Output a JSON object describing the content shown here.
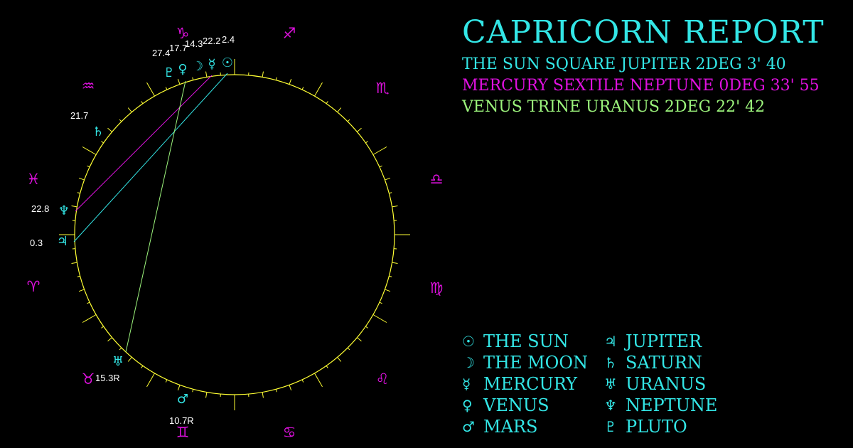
{
  "title": "CAPRICORN REPORT",
  "colors": {
    "background": "#000000",
    "cyan": "#33e6e6",
    "magenta": "#e011e0",
    "green": "#9cf47c",
    "wheel": "#ffff33",
    "label": "#ffffff"
  },
  "aspects": [
    {
      "text": "THE SUN SQUARE JUPITER 2DEG 3' 40",
      "color": "#33e6e6"
    },
    {
      "text": "MERCURY SEXTILE NEPTUNE 0DEG 33' 55",
      "color": "#e011e0"
    },
    {
      "text": "VENUS TRINE URANUS 2DEG 22' 42",
      "color": "#9cf47c"
    }
  ],
  "signs": [
    {
      "name": "sagittarius",
      "glyph": "♐"
    },
    {
      "name": "scorpio",
      "glyph": "♏"
    },
    {
      "name": "libra",
      "glyph": "♎"
    },
    {
      "name": "virgo",
      "glyph": "♍"
    },
    {
      "name": "leo",
      "glyph": "♌"
    },
    {
      "name": "cancer",
      "glyph": "♋"
    },
    {
      "name": "gemini",
      "glyph": "♊"
    },
    {
      "name": "taurus",
      "glyph": "♉"
    },
    {
      "name": "aries",
      "glyph": "♈"
    },
    {
      "name": "pisces",
      "glyph": "♓"
    },
    {
      "name": "aquarius",
      "glyph": "♒"
    },
    {
      "name": "capricorn",
      "glyph": "♑"
    }
  ],
  "planets": [
    {
      "name": "sun",
      "glyph": "☉",
      "degree": "2.4"
    },
    {
      "name": "mercury",
      "glyph": "☿",
      "degree": "22.2"
    },
    {
      "name": "moon",
      "glyph": "☽",
      "degree": "14.3"
    },
    {
      "name": "venus",
      "glyph": "♀",
      "degree": "17.7"
    },
    {
      "name": "pluto",
      "glyph": "♇",
      "degree": "27.4"
    },
    {
      "name": "saturn",
      "glyph": "♄",
      "degree": "21.7"
    },
    {
      "name": "neptune",
      "glyph": "♆",
      "degree": "22.8"
    },
    {
      "name": "jupiter",
      "glyph": "♃",
      "degree": "0.3"
    },
    {
      "name": "uranus",
      "glyph": "♅",
      "degree": "15.3R"
    },
    {
      "name": "mars",
      "glyph": "♂",
      "degree": "10.7R"
    }
  ],
  "legend": [
    {
      "glyph": "☉",
      "label": "THE SUN"
    },
    {
      "glyph": "☽",
      "label": "THE MOON"
    },
    {
      "glyph": "☿",
      "label": "MERCURY"
    },
    {
      "glyph": "♀",
      "label": "VENUS"
    },
    {
      "glyph": "♂",
      "label": "MARS"
    },
    {
      "glyph": "♃",
      "label": "JUPITER"
    },
    {
      "glyph": "♄",
      "label": "SATURN"
    },
    {
      "glyph": "♅",
      "label": "URANUS"
    },
    {
      "glyph": "♆",
      "label": "NEPTUNE"
    },
    {
      "glyph": "♇",
      "label": "PLUTO"
    }
  ]
}
